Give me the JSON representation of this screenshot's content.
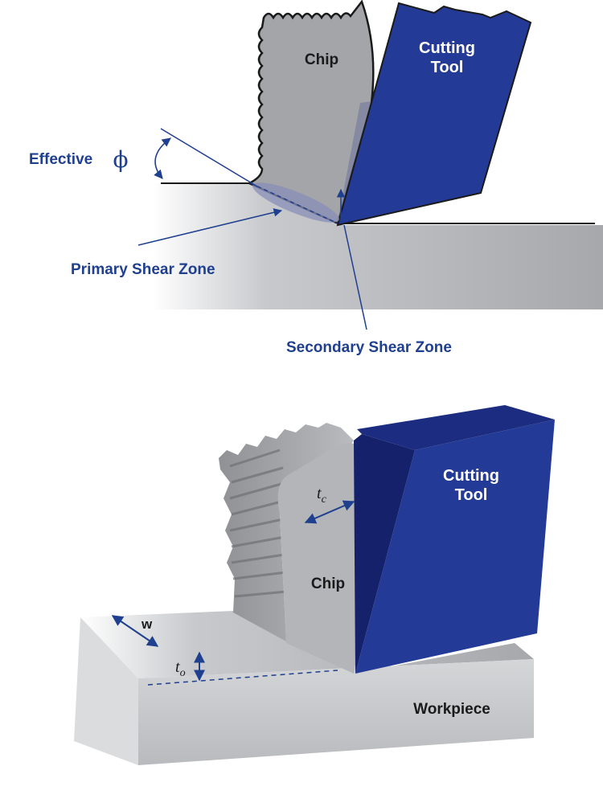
{
  "top": {
    "chip": "Chip",
    "tool_line1": "Cutting",
    "tool_line2": "Tool",
    "effective": "Effective",
    "phi": "ϕ",
    "primary": "Primary Shear Zone",
    "secondary": "Secondary Shear Zone"
  },
  "bottom": {
    "chip": "Chip",
    "tool_line1": "Cutting",
    "tool_line2": "Tool",
    "workpiece": "Workpiece",
    "w": "w",
    "tc_main": "t",
    "tc_sub": "c",
    "to_main": "t",
    "to_sub": "o"
  },
  "colors": {
    "tool_blue": "#233a96",
    "tool_dark": "#15216a",
    "label_blue": "#1f3f8f",
    "chip_gray": "#a3a5a8",
    "workpiece_gray": "#b4b6b9"
  }
}
